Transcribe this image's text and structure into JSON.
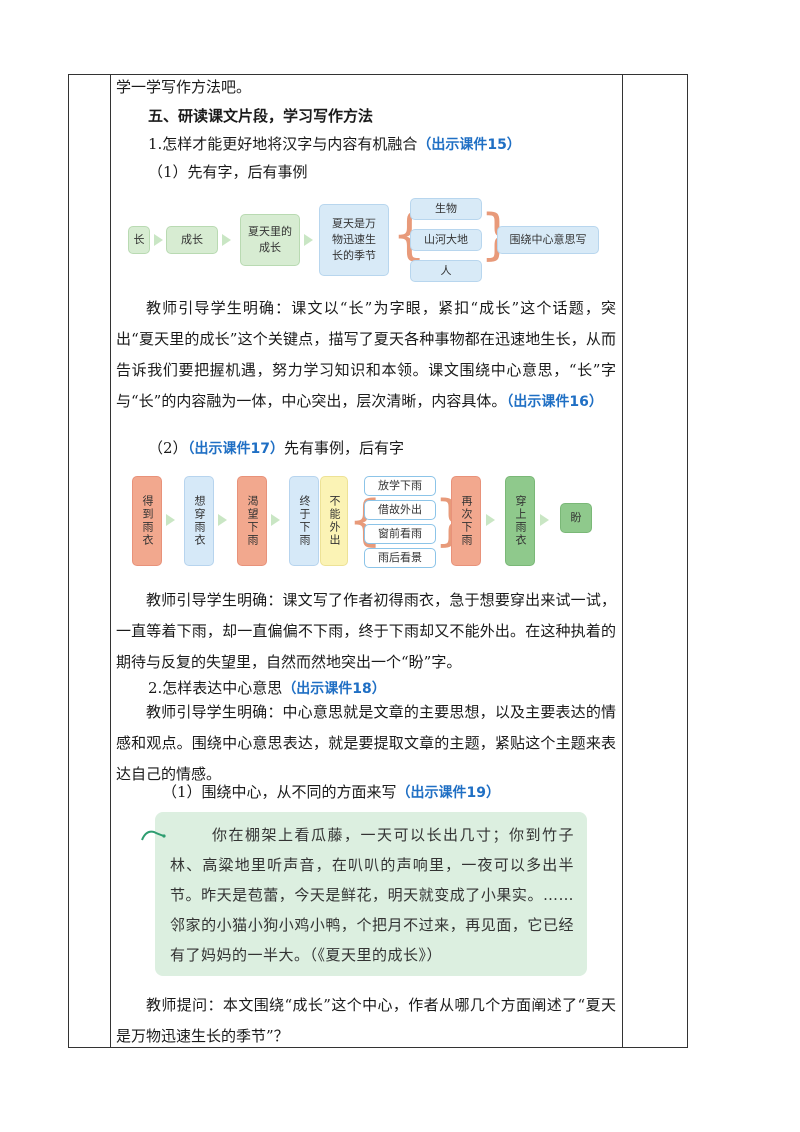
{
  "intro_line": "学一学写作方法吧。",
  "section_title": "五、研读课文片段，学习写作方法",
  "q1": {
    "text": "1.怎样才能更好地将汉字与内容有机融合",
    "ref": "（出示课件15）"
  },
  "item1": "（1）先有字，后有事例",
  "diagram1": {
    "chang": "长",
    "chengzhang": "成长",
    "xiatian": "夏天里的成长",
    "season": "夏天是万物迅速生长的季节",
    "branches": [
      "生物",
      "山河大地",
      "人"
    ],
    "result": "围绕中心意思写"
  },
  "para1": {
    "text": "教师引导学生明确：课文以“长”为字眼，紧扣“成长”这个话题，突出“夏天里的成长”这个关键点，描写了夏天各种事物都在迅速地生长，从而告诉我们要把握机遇，努力学习知识和本领。课文围绕中心意思，“长”字与“长”的内容融为一体，中心突出，层次清晰，内容具体。",
    "ref": "（出示课件16）"
  },
  "item2": {
    "prefix": "（2）",
    "ref": "（出示课件17）",
    "text": "先有事例，后有字"
  },
  "diagram2": {
    "steps": [
      "得到雨衣",
      "想穿雨衣",
      "渴望下雨",
      "终于下雨",
      "不能外出"
    ],
    "reasons": [
      "放学下雨",
      "借故外出",
      "窗前看雨",
      "雨后看景"
    ],
    "after": [
      "再次下雨",
      "穿上雨衣"
    ],
    "final": "盼"
  },
  "para2": "教师引导学生明确：课文写了作者初得雨衣，急于想要穿出来试一试，一直等着下雨，却一直偏偏不下雨，终于下雨却又不能外出。在这种执着的期待与反复的失望里，自然而然地突出一个“盼”字。",
  "q2": {
    "text": "2.怎样表达中心意思",
    "ref": "（出示课件18）"
  },
  "para3": "教师引导学生明确：中心意思就是文章的主要思想，以及主要表达的情感和观点。围绕中心意思表达，就是要提取文章的主题，紧贴这个主题来表达自己的情感。",
  "item3": {
    "text": "（1）围绕中心，从不同的方面来写",
    "ref": "（出示课件19）"
  },
  "quote": "你在棚架上看瓜藤，一天可以长出几寸；你到竹子林、高粱地里听声音，在叭叭的声响里，一夜可以多出半节。昨天是苞蕾，今天是鲜花，明天就变成了小果实。……邻家的小猫小狗小鸡小鸭，个把月不过来，再见面，它已经有了妈妈的一半大。（《夏天里的成长》）",
  "para4": "教师提问：本文围绕“成长”这个中心，作者从哪几个方面阐述了“夏天是万物迅速生长的季节”？",
  "colors": {
    "link": "#1f6fc4",
    "quote_bg": "#dcefe0"
  }
}
